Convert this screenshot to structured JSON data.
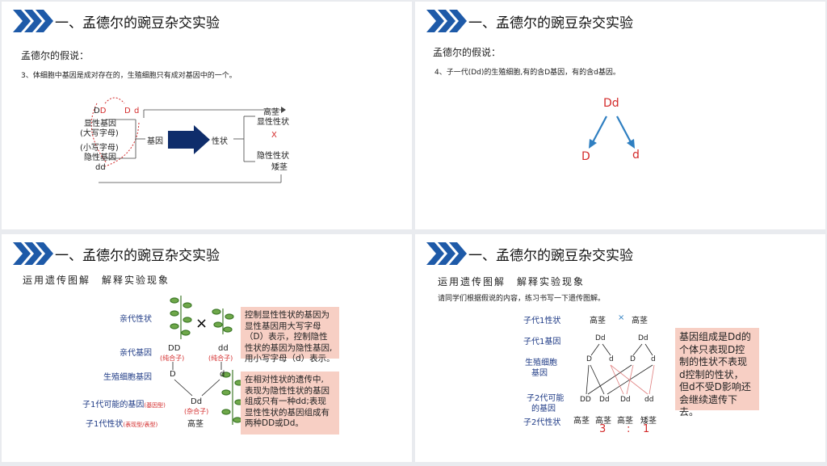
{
  "slides": [
    {
      "title": "一、孟德尔的豌豆杂交实验",
      "subtitle": "孟德尔的假说：",
      "point": "3、体细胞中基因是成对存在的，生殖细胞只有成对基因中的一个。",
      "labels": {
        "DD": "DD",
        "D_single": "D",
        "d_single": "d",
        "dominant_gene": "显性基因",
        "uppercase": "(大写字母)",
        "lowercase": "(小写字母)",
        "recessive_gene": "隐性基因",
        "dd": "dd",
        "gene": "基因",
        "trait": "性状",
        "tall": "高茎",
        "dominant_trait": "显性性状",
        "cross": "X",
        "recessive_trait": "隐性性状",
        "short": "矮茎"
      }
    },
    {
      "title": "一、孟德尔的豌豆杂交实验",
      "subtitle": "孟德尔的假说：",
      "point": "4、子一代(Dd)的生殖细胞,有的含D基因，有的含d基因。",
      "parent": "Dd",
      "left_child": "D",
      "right_child": "d"
    },
    {
      "title": "一、孟德尔的豌豆杂交实验",
      "subtitle": "运用遗传图解　解释实验现象",
      "rows": {
        "parent_trait": "亲代性状",
        "parent_gene": "亲代基因",
        "germ_gene": "生殖细胞基因",
        "f1_gene": "子1代可能的基因",
        "f1_gene_note": "(基因型)",
        "f1_trait": "子1代性状",
        "f1_trait_note": "(表现型/表型)"
      },
      "cross_symbol": "×",
      "DD": "DD",
      "dd": "dd",
      "pure1": "(纯合子)",
      "pure2": "(纯合子)",
      "D": "D",
      "d": "d",
      "Dd": "Dd",
      "hetero": "(杂合子)",
      "tall": "高茎",
      "note1": "控制显性性状的基因为\n显性基因用大写字母\n（D）表示，控制隐性\n性状的基因为隐性基因,\n用小写字母（d）表示。",
      "note2": "在相对性状的遗传中,\n表现为隐性性状的基因\n组成只有一种dd;表现\n显性性状的基因组成有\n两种DD或Dd。"
    },
    {
      "title": "一、孟德尔的豌豆杂交实验",
      "subtitle": "运用遗传图解　解释实验现象",
      "instruction": "请同学们根据假说的内容，练习书写一下遗传图解。",
      "rows": {
        "f1_trait": "子代1性状",
        "f1_gene": "子代1基因",
        "germ": "生殖细胞",
        "germ2": "基因",
        "f2_gene": "子2代可能",
        "f2_gene2": "的基因",
        "f2_trait": "子2代性状"
      },
      "tall1": "高茎",
      "x": "×",
      "tall2": "高茎",
      "Dd1": "Dd",
      "Dd2": "Dd",
      "g": [
        "D",
        "d",
        "D",
        "d"
      ],
      "f2": [
        "DD",
        "Dd",
        "Dd",
        "dd"
      ],
      "f2t": [
        "高茎",
        "高茎",
        "高茎",
        "矮茎"
      ],
      "ratio": [
        "3",
        ":",
        "1"
      ],
      "note": "基因组成是Dd的\n个体只表现D控\n制的性状不表现\nd控制的性状，\n但d不受D影响还\n会继续遗传下去。"
    }
  ],
  "colors": {
    "navy": "#1f3b86",
    "chevron": "#1e5aa8",
    "red": "#d32a2a",
    "note_bg": "#f7cfc4",
    "arrow_blue": "#2f7fc1"
  }
}
